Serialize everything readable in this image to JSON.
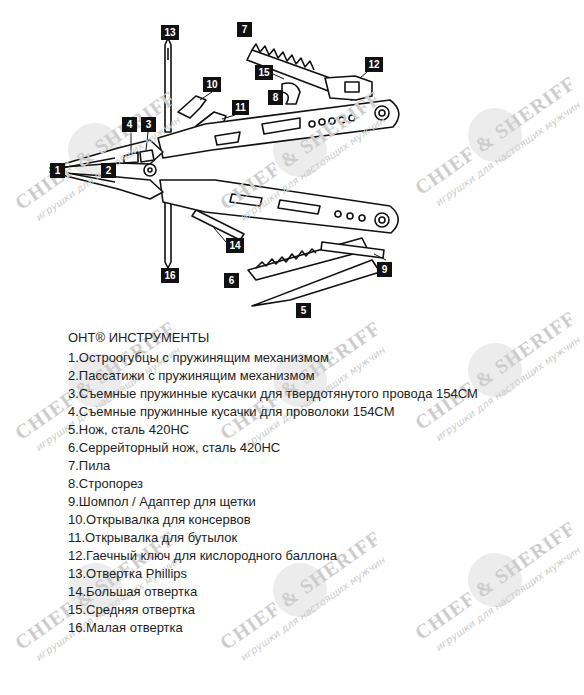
{
  "diagram": {
    "title": "OHT® ИНСТРУМЕНТЫ",
    "nodes": [
      {
        "text": [
          "1"
        ]
      },
      {
        "text": [
          "2"
        ]
      },
      {
        "text": [
          "3"
        ]
      },
      {
        "text": [
          "4"
        ]
      },
      {
        "text": [
          "5"
        ]
      },
      {
        "text": [
          "6"
        ]
      },
      {
        "text": [
          "7"
        ]
      },
      {
        "text": [
          "8"
        ]
      },
      {
        "text": [
          "9"
        ]
      },
      {
        "text": [
          "10"
        ]
      },
      {
        "text": [
          "11"
        ]
      },
      {
        "text": [
          "12"
        ]
      },
      {
        "text": [
          "13"
        ]
      },
      {
        "text": [
          "14"
        ]
      },
      {
        "text": [
          "15"
        ]
      },
      {
        "text": [
          "16"
        ]
      }
    ],
    "labels": [
      "1.Остроогубцы с пружинящим механизмом",
      "2.Пассатижи с пружинящим механизмом",
      "3.Съемные пружинные кусачки для твердотянутого провода 154CM",
      "4.Съемные пружинные кусачки для проволоки 154CM",
      "5.Нож, сталь 420HC",
      "6.Серрейторный нож, сталь 420HC",
      "7.Пила",
      "8.Стропорез",
      "9.Шомпол / Адаптер для щетки",
      "10.Открывалка для консервов",
      "11.Открывалка для бутылок",
      "12.Гаечный ключ для кислородного баллона",
      "13.Отвертка Phillips",
      "14.Большая отвертка",
      "15.Средняя отвертка",
      "16.Малая отвертка",
      "CHIEF & SHERIFF",
      "игрушки для настоящих мужчин",
      "CHIEF & SHERIFF",
      "игрушки для настоящих мужчин",
      "CHIEF & SHERIFF",
      "игрушки для настоящих мужчин",
      "CHIEF & SHERIFF",
      "игрушки для настоящих мужчин",
      "CHIEF & SHERIFF",
      "игрушки для настоящих мужчин",
      "CHIEF & SHERIFF",
      "игрушки для настоящих мужчин",
      "CHIEF & SHERIFF",
      "игрушки для настоящих мужчин",
      "CHIEF & SHERIFF",
      "игрушки для настоящих мужчин",
      "CHIEF & SHERIFF",
      "игрушки для настоящих мужчин"
    ]
  }
}
